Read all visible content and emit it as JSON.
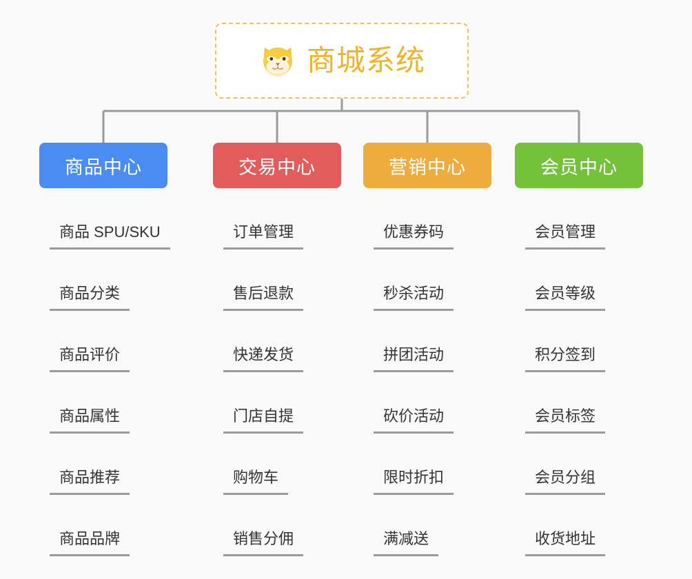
{
  "canvas": {
    "background": "#f9f9f9",
    "line_color": "#9a9a9a"
  },
  "root": {
    "title": "商城系统",
    "icon": "shiba-dog-face-icon",
    "text_color": "#f0b429",
    "border_color": "#f0c060",
    "background": "#ffffff"
  },
  "branches": [
    {
      "id": "product-center",
      "label": "商品中心",
      "color": "#4a8cf0",
      "items": [
        "商品 SPU/SKU",
        "商品分类",
        "商品评价",
        "商品属性",
        "商品推荐",
        "商品品牌"
      ]
    },
    {
      "id": "trade-center",
      "label": "交易中心",
      "color": "#e35c5c",
      "items": [
        "订单管理",
        "售后退款",
        "快递发货",
        "门店自提",
        "购物车",
        "销售分佣"
      ]
    },
    {
      "id": "marketing-center",
      "label": "营销中心",
      "color": "#eeac3e",
      "items": [
        "优惠券码",
        "秒杀活动",
        "拼团活动",
        "砍价活动",
        "限时折扣",
        "满减送"
      ]
    },
    {
      "id": "member-center",
      "label": "会员中心",
      "color": "#73c239",
      "items": [
        "会员管理",
        "会员等级",
        "积分签到",
        "会员标签",
        "会员分组",
        "收货地址"
      ]
    }
  ]
}
